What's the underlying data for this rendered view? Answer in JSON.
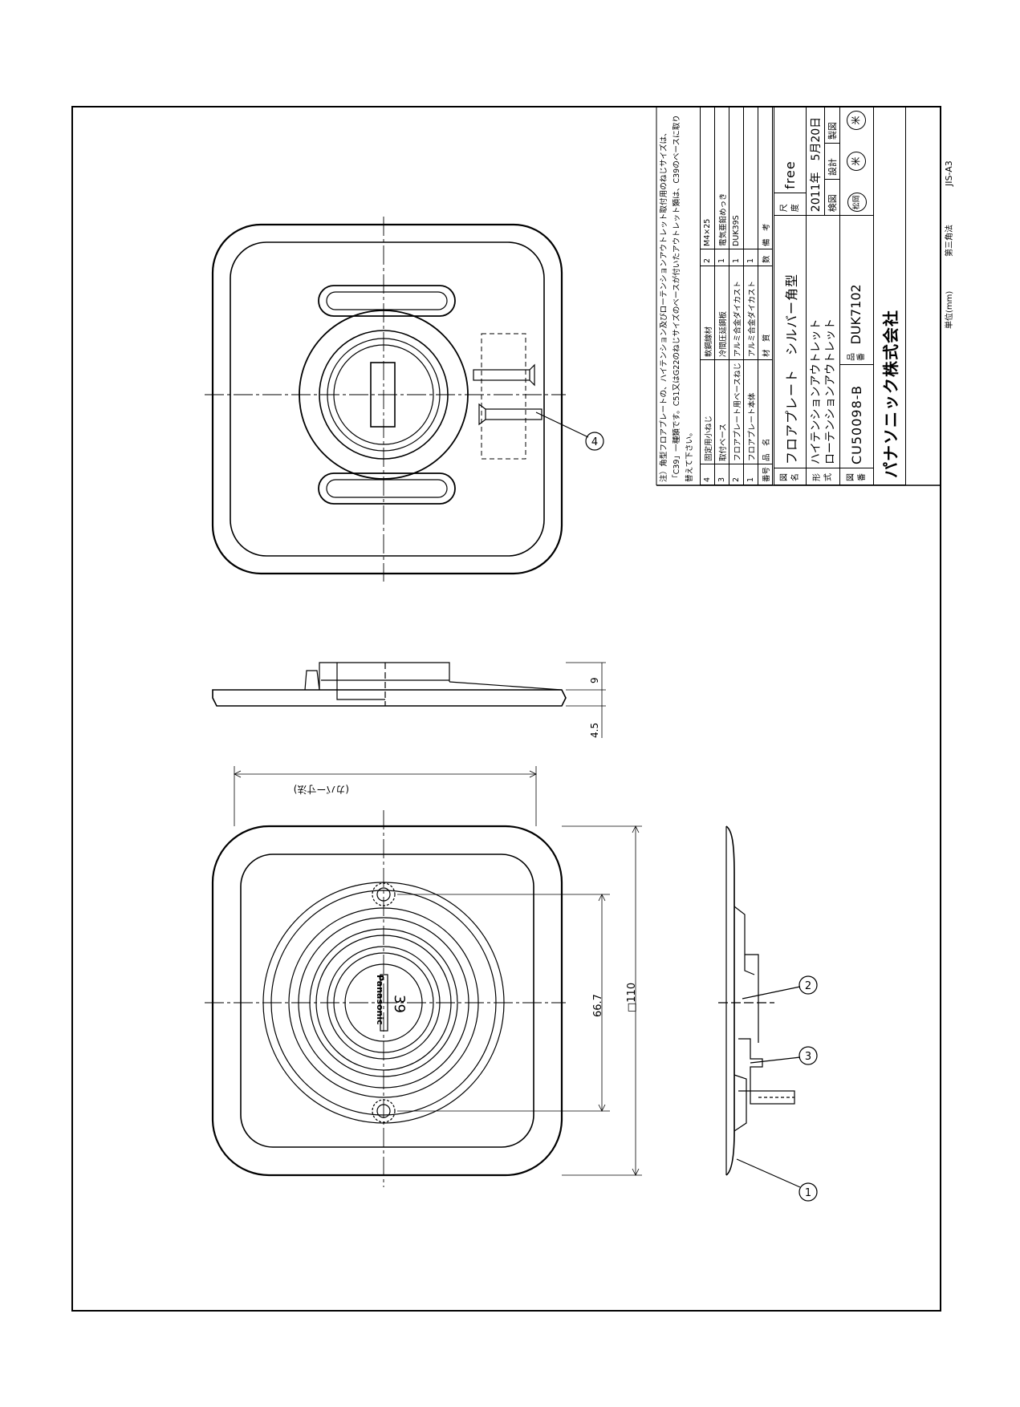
{
  "note": "注）角型フロアプレートの、ハイテンション及びローテンションアウトレット取付用のねじサイズは、「C39」一種類です。C51又はG22のねじサイズのベースが付いたアウトレット類は、C39のベースに取り替えて下さい。",
  "parts_header": {
    "no": "番号",
    "name": "品　名",
    "material": "材　質",
    "qty": "数",
    "remarks": "備　考"
  },
  "parts": [
    {
      "no": "4",
      "name": "固定用小ねじ",
      "material": "軟鋼線材",
      "qty": "2",
      "remarks": "M4×25"
    },
    {
      "no": "3",
      "name": "取付ベース",
      "material": "冷間圧延鋼板",
      "qty": "1",
      "remarks": "電気亜鉛めっき"
    },
    {
      "no": "2",
      "name": "フロアプレート用ベースねじ",
      "material": "アルミ合金ダイカスト",
      "qty": "1",
      "remarks": "DUK39S"
    },
    {
      "no": "1",
      "name": "フロアプレート本体",
      "material": "アルミ合金ダイカスト",
      "qty": "1",
      "remarks": ""
    }
  ],
  "title_block": {
    "label_name_1": "図",
    "label_name_2": "名",
    "drawing_name": "フロアプレート　シルバー角型",
    "label_scale_1": "尺",
    "label_scale_2": "度",
    "scale": "free",
    "label_type_1": "形",
    "label_type_2": "式",
    "type_line1": "ハイテンションアウトレット",
    "type_line2": "ローテンションアウトレット",
    "date": "2011年　5月20日",
    "label_inspect": "検図",
    "label_design": "設計",
    "label_draw": "製図",
    "label_dwgno_1": "図",
    "label_dwgno_2": "番",
    "drawing_number": "CU50098-B",
    "label_prod_1": "品",
    "label_prod_2": "番",
    "product_number": "DUK7102",
    "stamp_inspect": "松岡",
    "stamp_design": "米",
    "stamp_draw": "米",
    "company": "パナソニック株式会社",
    "unit": "単位(mm)",
    "projection": "第三角法",
    "paper": "JIS-A3"
  },
  "drawing": {
    "dim_66_7": "66.7",
    "dim_110": "□110",
    "dim_9": "9",
    "dim_4_5": "4.5",
    "dim_cover": "(カバー寸法)",
    "base_text": "39",
    "base_brand": "Panasonic",
    "balloons": [
      "1",
      "2",
      "3",
      "4"
    ]
  }
}
